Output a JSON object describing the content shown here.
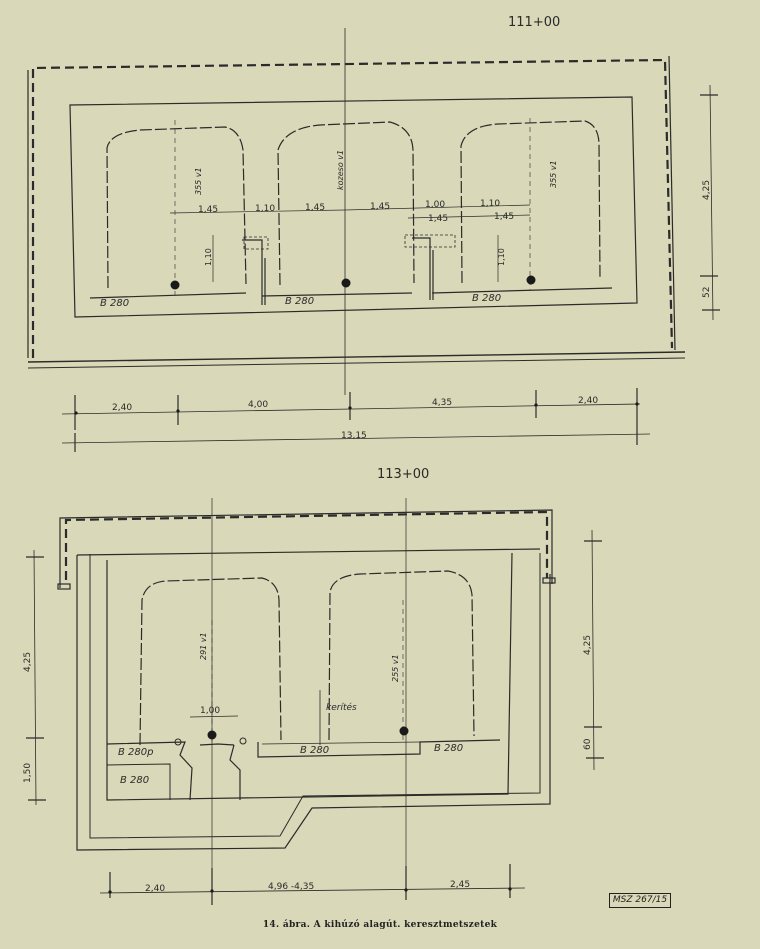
{
  "top_section": {
    "station": "111+00",
    "bays": [
      "B 280",
      "B 280",
      "B 280"
    ],
    "track_labels": [
      "355 v1",
      "kozeso v1",
      "355 v1"
    ],
    "inner_dims": [
      "1,45",
      "1,10",
      "1,45",
      "1,45",
      "1,00",
      "1,10",
      "1,45",
      "1,45",
      "1,10",
      "1,10"
    ],
    "right_dims": [
      "4,25",
      "52"
    ],
    "bottom_dims": [
      "2,40",
      "4,00",
      "4,35",
      "2,40"
    ],
    "total": "13,15"
  },
  "bottom_section": {
    "station": "113+00",
    "bays": [
      "B 280p",
      "B 280",
      "B 280",
      "B 280"
    ],
    "track_labels": [
      "291 v1",
      "255 v1"
    ],
    "inner_dims": [
      "1,00"
    ],
    "note": "kerítés",
    "left_dims": [
      "4,25",
      "1,50"
    ],
    "right_dims": [
      "4,25",
      "60"
    ],
    "bottom_dims": [
      "2,40",
      "4,96 -4,35",
      "2,45"
    ]
  },
  "standard_mark": "MSZ 267/15",
  "caption": "14. ábra. A kihúzó alagút. keresztmetszetek"
}
